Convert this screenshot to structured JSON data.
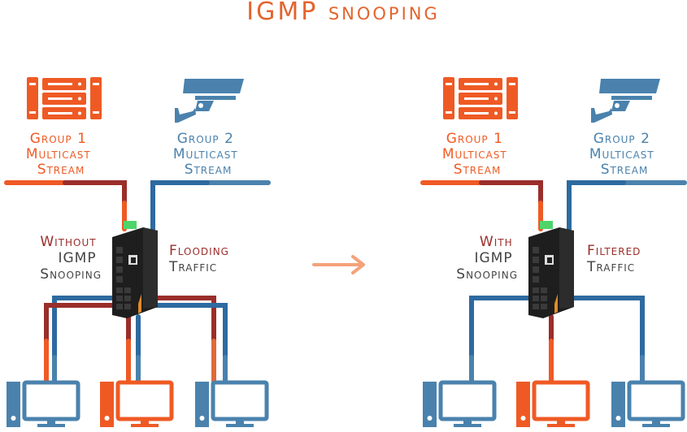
{
  "title": "IGMP snooping",
  "colors": {
    "group1": "#ef5a24",
    "group2": "#4a82ad",
    "accent_dark_red": "#9a2e2a",
    "text_gray": "#444444"
  },
  "left_panel": {
    "group1": [
      "Group 1",
      "Multicast",
      "Stream"
    ],
    "group2": [
      "Group 2",
      "Multicast",
      "Stream"
    ],
    "mode": [
      "Without",
      "IGMP",
      "Snooping"
    ],
    "traffic": [
      "Flooding",
      "Traffic"
    ]
  },
  "right_panel": {
    "group1": [
      "Group 1",
      "Multicast",
      "Stream"
    ],
    "group2": [
      "Group 2",
      "Multicast",
      "Stream"
    ],
    "mode": [
      "With",
      "IGMP",
      "Snooping"
    ],
    "traffic": [
      "Filtered",
      "Traffic"
    ]
  },
  "icons": {
    "source1": "server-rack-icon",
    "source2": "security-camera-icon",
    "switch": "network-switch-icon",
    "client": "desktop-computer-icon",
    "transition": "arrow-right-icon"
  }
}
